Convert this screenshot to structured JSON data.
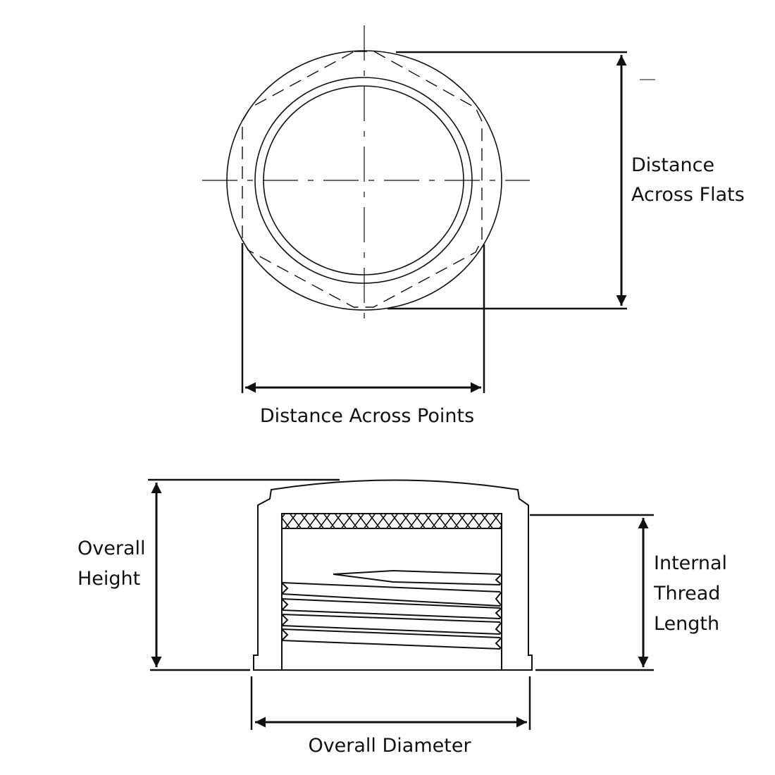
{
  "top_view": {
    "flats_label_line1": "Distance",
    "flats_label_line2": "Across Flats",
    "points_label": "Distance Across Points"
  },
  "side_view": {
    "height_label_line1": "Overall",
    "height_label_line2": "Height",
    "thread_label_line1": "Internal",
    "thread_label_line2": "Thread",
    "thread_label_line3": "Length",
    "diameter_label": "Overall Diameter"
  },
  "colors": {
    "line": "#111111",
    "background": "#ffffff"
  }
}
